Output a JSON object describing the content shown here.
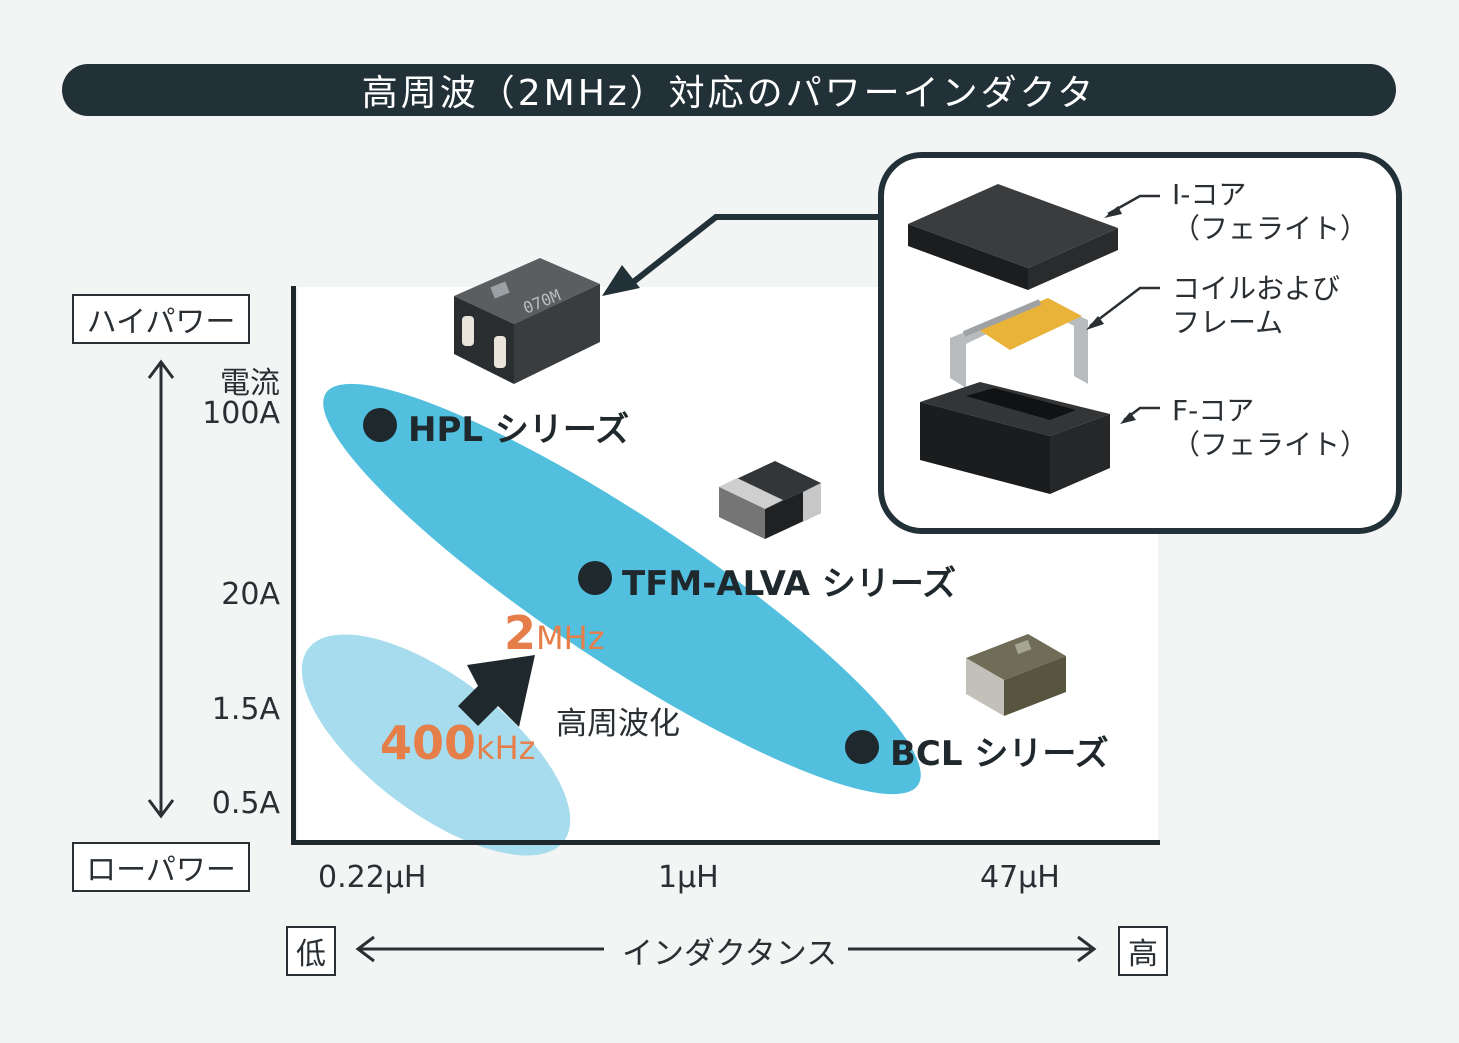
{
  "title": "高周波（2MHz）対応のパワーインダクタ",
  "y_axis": {
    "top_label": "ハイパワー",
    "bottom_label": "ローパワー",
    "name": "電流",
    "ticks": [
      "100A",
      "20A",
      "1.5A",
      "0.5A"
    ]
  },
  "x_axis": {
    "ticks": [
      "0.22µH",
      "1µH",
      "47µH"
    ],
    "name": "インダクタンス",
    "low_label": "低",
    "high_label": "高"
  },
  "series": [
    {
      "label": "HPL シリーズ"
    },
    {
      "label": "TFM-ALVA シリーズ"
    },
    {
      "label": "BCL シリーズ"
    }
  ],
  "frequency": {
    "high_value": "2",
    "high_unit": "MHz",
    "low_value": "400",
    "low_unit": "kHz",
    "arrow_label": "高周波化"
  },
  "inset": {
    "i_core": [
      "I-コア",
      "（フェライト）"
    ],
    "coil": [
      "コイルおよび",
      "フレーム"
    ],
    "f_core": [
      "F-コア",
      "（フェライト）"
    ]
  },
  "colors": {
    "title_bg": "#223037",
    "ellipse_main": "#51bfdd",
    "ellipse_light": "#a6dced",
    "frequency": "#e67e4a"
  }
}
